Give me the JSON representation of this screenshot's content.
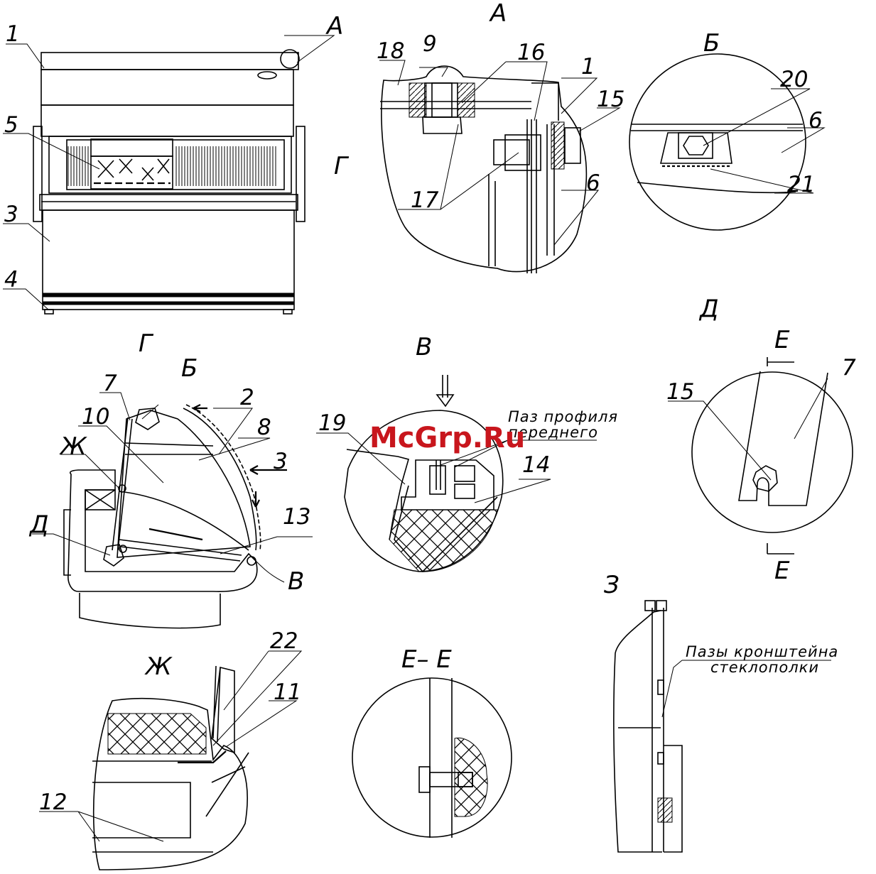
{
  "views": {
    "A": "А",
    "B": "Б",
    "V": "В",
    "G": "Г",
    "D": "Д",
    "E_top": "Е",
    "E_bottom": "Е",
    "Zh": "Ж",
    "Z": "З",
    "EE": "Е– Е"
  },
  "callouts": [
    "1",
    "2",
    "3",
    "4",
    "5",
    "6",
    "7",
    "8",
    "9",
    "10",
    "11",
    "12",
    "13",
    "14",
    "15",
    "16",
    "17",
    "18",
    "19",
    "20",
    "21",
    "22"
  ],
  "notes": {
    "front_profile_line1": "Паз профиля",
    "front_profile_line2": "переднего",
    "bracket_line1": "Пазы кронштейна",
    "bracket_line2": "стеклополки"
  },
  "watermark": "McGrp.Ru"
}
